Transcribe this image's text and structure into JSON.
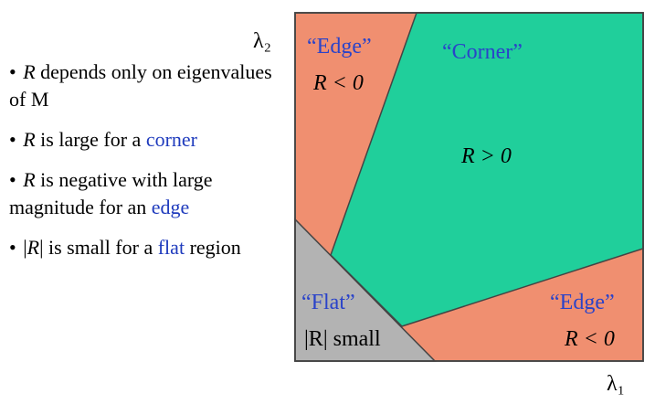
{
  "bullets": [
    {
      "parts": [
        {
          "t": "R",
          "i": true
        },
        {
          "t": " depends only on eigenvalues of M"
        }
      ]
    },
    {
      "parts": [
        {
          "t": "R",
          "i": true
        },
        {
          "t": " is large for a "
        },
        {
          "t": "corner",
          "blue": true
        }
      ]
    },
    {
      "parts": [
        {
          "t": "R",
          "i": true
        },
        {
          "t": " is negative with large magnitude for an "
        },
        {
          "t": "edge",
          "blue": true
        }
      ]
    },
    {
      "parts": [
        {
          "t": "|"
        },
        {
          "t": "R",
          "i": true
        },
        {
          "t": "| is small for a "
        },
        {
          "t": "flat",
          "blue": true
        },
        {
          "t": " region"
        }
      ]
    }
  ],
  "diagram": {
    "axis_x": "λ₁",
    "axis_y": "λ₂",
    "edge_top_title": "“Edge”",
    "edge_top_cond": "R < 0",
    "corner_title": "“Corner”",
    "corner_cond": "R > 0",
    "flat_title": "“Flat”",
    "flat_cond": "|R| small",
    "edge_bottom_title": "“Edge”",
    "edge_bottom_cond": "R < 0",
    "colors": {
      "edge": "#f08f70",
      "corner": "#20cf9b",
      "flat": "#b3b3b3",
      "label_blue": "#2a43c9"
    }
  }
}
